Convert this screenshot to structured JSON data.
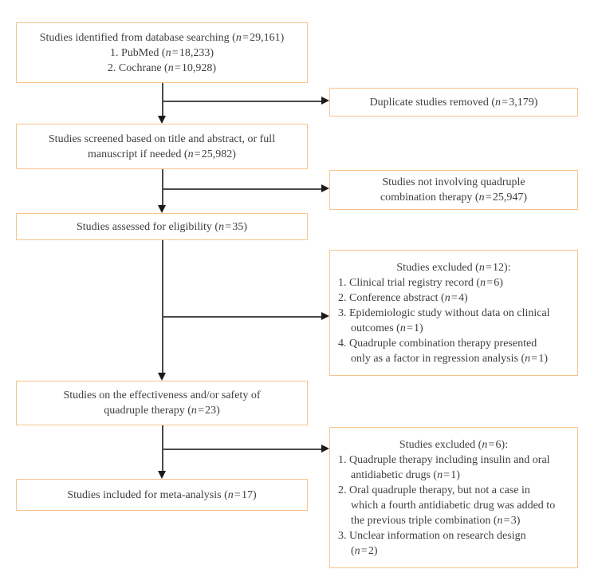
{
  "colors": {
    "box_border": "#f7c48f",
    "text": "#3f3f3f",
    "connector_line": "#4a4a4a",
    "arrowhead": "#1a1a1a",
    "background": "#ffffff"
  },
  "flow": {
    "left_boxes": [
      {
        "name": "identified",
        "lines": [
          "Studies identified from database searching (n=29,161)",
          "1. PubMed (n=18,233)",
          "2. Cochrane (n=10,928)"
        ]
      },
      {
        "name": "screened",
        "lines": [
          "Studies screened based on title and abstract, or full",
          "manuscript if needed (n=25,982)"
        ]
      },
      {
        "name": "eligibility",
        "lines": [
          "Studies assessed for eligibility (n=35)"
        ]
      },
      {
        "name": "effectiveness-safety",
        "lines": [
          "Studies on the effectiveness and/or safety of",
          "quadruple therapy (n=23)"
        ]
      },
      {
        "name": "included",
        "lines": [
          "Studies included for meta-analysis (n=17)"
        ]
      }
    ],
    "right_boxes": [
      {
        "name": "duplicates-removed",
        "lines": [
          "Duplicate studies removed (n=3,179)"
        ]
      },
      {
        "name": "not-quadruple",
        "lines": [
          "Studies not involving quadruple",
          "combination therapy (n=25,947)"
        ]
      },
      {
        "name": "excluded-12",
        "lines": [
          "Studies excluded (n=12):",
          "1. Clinical trial registry record (n=6)",
          "2. Conference abstract (n=4)",
          "3. Epidemiologic study without data on clinical",
          "outcomes (n=1)",
          "4. Quadruple combination therapy presented",
          "only as a factor in regression analysis (n=1)"
        ]
      },
      {
        "name": "excluded-6",
        "lines": [
          "Studies excluded (n=6):",
          "1. Quadruple therapy including insulin and oral",
          "antidiabetic drugs (n=1)",
          "2. Oral quadruple therapy, but not a case in",
          "which a fourth antidiabetic drug was added to",
          "the previous triple combination (n=3)",
          "3. Unclear information on research design",
          "(n=2)"
        ]
      }
    ]
  }
}
